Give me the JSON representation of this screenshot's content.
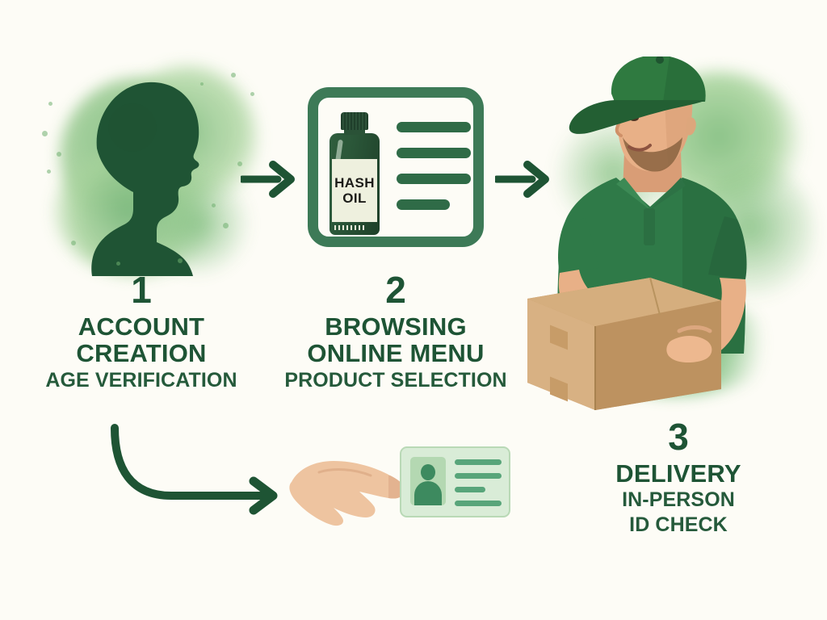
{
  "background_color": "#FDFCF6",
  "accent_green_dark": "#1E5435",
  "accent_green_mid": "#3D7A57",
  "accent_green_light": "#8CC68C",
  "steps": [
    {
      "number": "1",
      "title_line1": "ACCOUNT",
      "title_line2": "CREATION",
      "subtitle": "AGE VERIFICATION",
      "icon": "head-silhouette-icon"
    },
    {
      "number": "2",
      "title_line1": "BROWSING",
      "title_line2": "ONLINE MENU",
      "subtitle": "PRODUCT SELECTION",
      "icon": "menu-card-icon"
    },
    {
      "number": "3",
      "title_line1": "DELIVERY",
      "title_line2": "",
      "subtitle_line1": "IN-PERSON",
      "subtitle_line2": "ID CHECK",
      "icon": "delivery-person-icon"
    }
  ],
  "product": {
    "label_line1": "HASH",
    "label_line2": "OIL"
  },
  "menu_card": {
    "line_count": 4,
    "line_widths": [
      92,
      92,
      92,
      66
    ]
  },
  "id_card": {
    "line_count": 4,
    "line_widths": [
      60,
      60,
      40,
      60
    ]
  },
  "arrows": [
    {
      "name": "arrow-step1-to-step2",
      "direction": "right"
    },
    {
      "name": "arrow-step2-to-step3",
      "direction": "right"
    },
    {
      "name": "arrow-step1-to-id-check",
      "direction": "curved-down-right"
    }
  ]
}
